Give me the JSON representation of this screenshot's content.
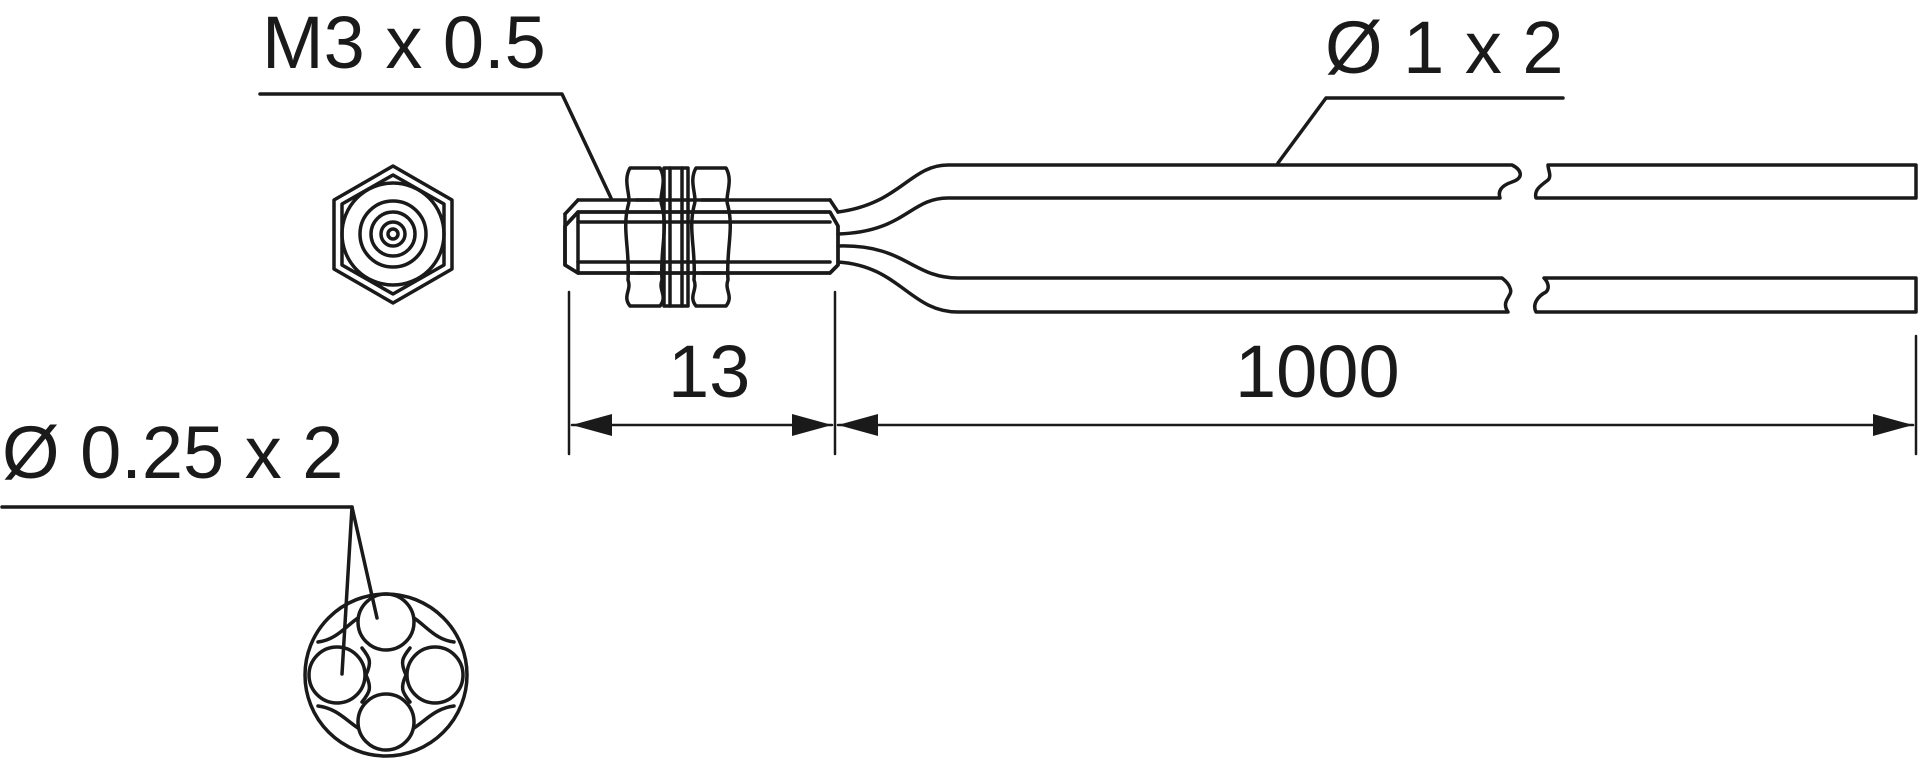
{
  "labels": {
    "thread": "M3 x 0.5",
    "cable": "Ø 1 x 2",
    "fiber": "Ø 0.25 x 2",
    "dim_head": "13",
    "dim_cable": "1000"
  }
}
